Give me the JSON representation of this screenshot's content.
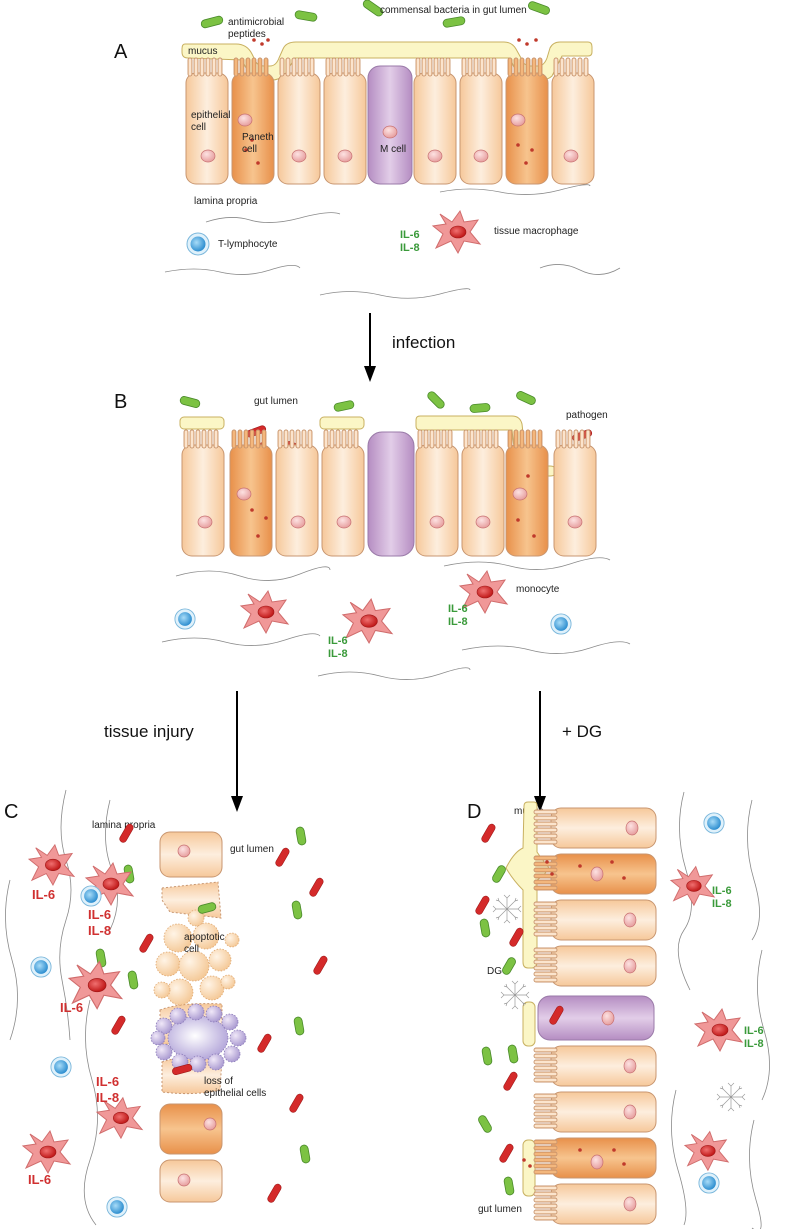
{
  "colors": {
    "epithelial": "#f9d7b2",
    "paneth": "#f0a868",
    "m_cell": "#c8a6d2",
    "mucus": "#fbf6c6",
    "commensal": "#7cc243",
    "pathogen": "#d42a2a",
    "macrophage": "#f09898",
    "lymphocyte": "#4aa6dc",
    "cytokine_green": "#3a9a3a",
    "cytokine_red": "#d03030"
  },
  "panel_a": {
    "letter": "A",
    "antimicrobial": "antimicrobial",
    "peptides": "peptides",
    "commensal": "commensal bacteria in gut lumen",
    "mucus": "mucus",
    "epithelial": "epithelial",
    "cell": "cell",
    "paneth": "Paneth",
    "paneth_cell": "cell",
    "m_cell": "M cell",
    "lamina_propria": "lamina propria",
    "t_lymphocyte": "T-lymphocyte",
    "il6": "IL-6",
    "il8": "IL-8",
    "macrophage": "tissue macrophage"
  },
  "arrow_infection": "infection",
  "panel_b": {
    "letter": "B",
    "gut_lumen": "gut lumen",
    "pathogen": "pathogen",
    "monocyte": "monocyte",
    "il6": "IL-6",
    "il8": "IL-8"
  },
  "arrow_injury": "tissue injury",
  "arrow_dg": "+ DG",
  "panel_c": {
    "letter": "C",
    "lamina_propria": "lamina propria",
    "gut_lumen": "gut lumen",
    "apoptotic": "apoptotic",
    "apoptotic_cell": "cell",
    "loss": "loss of",
    "epithelial_cells": "epithelial cells",
    "il6": "IL-6",
    "il8": "IL-8"
  },
  "panel_d": {
    "letter": "D",
    "mucus": "mucus",
    "dg": "DG",
    "gut_lumen": "gut lumen",
    "il6": "IL-6",
    "il8": "IL-8"
  }
}
